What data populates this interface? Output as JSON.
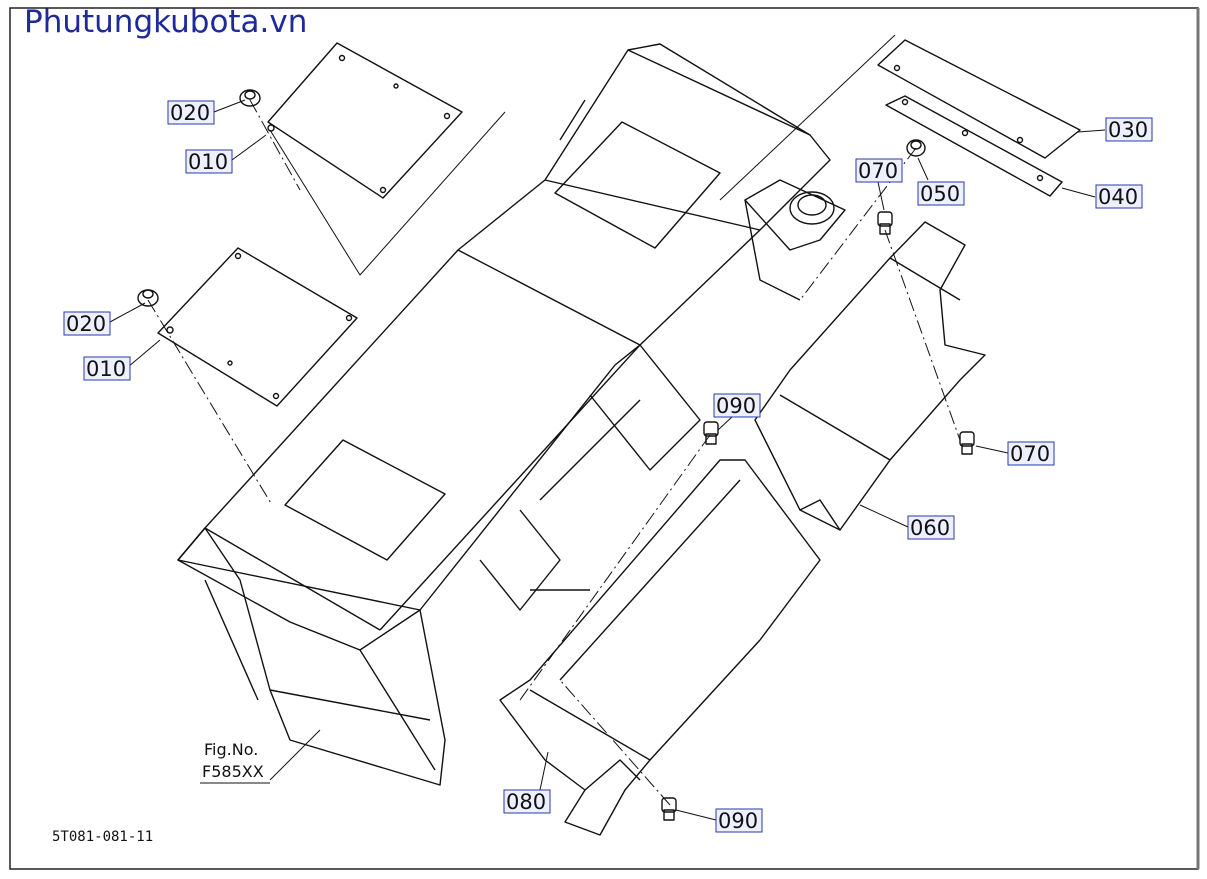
{
  "site_watermark": "Phutungkubota.vn",
  "drawing_code": "5T081-081-11",
  "fig_ref": {
    "line1": "Fig.No.",
    "line2": "F585XX"
  },
  "part_labels": [
    "020",
    "010",
    "020",
    "010",
    "030",
    "040",
    "050",
    "070",
    "070",
    "090",
    "060",
    "080",
    "090"
  ]
}
